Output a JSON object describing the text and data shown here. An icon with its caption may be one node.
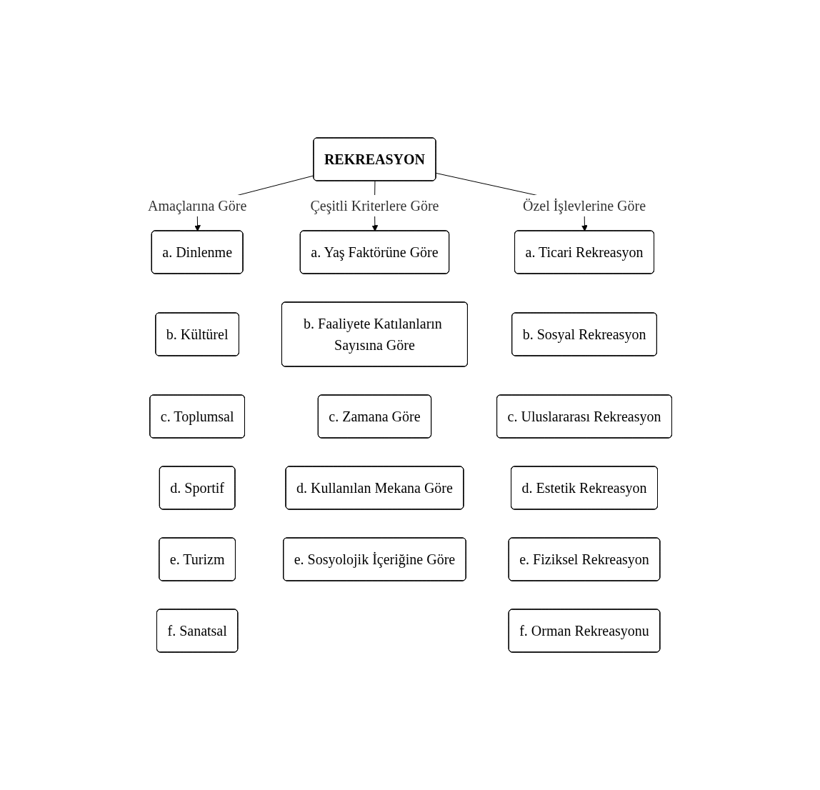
{
  "diagram": {
    "nodes": [
      {
        "text": [
          "REKREASYON"
        ]
      },
      {
        "text": [
          "a. Dinlenme"
        ]
      },
      {
        "text": [
          "b. Kültürel"
        ]
      },
      {
        "text": [
          "c. Toplumsal"
        ]
      },
      {
        "text": [
          "d. Sportif"
        ]
      },
      {
        "text": [
          "e. Turizm"
        ]
      },
      {
        "text": [
          "f. Sanatsal"
        ]
      },
      {
        "text": [
          "a. Yaş Faktörüne Göre"
        ]
      },
      {
        "text": [
          "b. Faaliyete Katılanların Sayısına Göre"
        ]
      },
      {
        "text": [
          "c. Zamana Göre"
        ]
      },
      {
        "text": [
          "d. Kullanılan Mekana Göre"
        ]
      },
      {
        "text": [
          "e. Sosyolojik İçeriğine Göre"
        ]
      },
      {
        "text": [
          "a. Ticari Rekreasyon"
        ]
      },
      {
        "text": [
          "b. Sosyal Rekreasyon"
        ]
      },
      {
        "text": [
          "c. Uluslararası Rekreasyon"
        ]
      },
      {
        "text": [
          "d. Estetik Rekreasyon"
        ]
      },
      {
        "text": [
          "e. Fiziksel Rekreasyon"
        ]
      },
      {
        "text": [
          "f. Orman Rekreasyonu"
        ]
      }
    ],
    "edges": [
      {
        "from": 0,
        "to": 1,
        "arrow": "to",
        "label": "Amaçlarına Göre"
      },
      {
        "from": 0,
        "to": 7,
        "arrow": "to",
        "label": "Çeşitli Kriterlere Göre"
      },
      {
        "from": 0,
        "to": 12,
        "arrow": "to",
        "label": "Özel İşlevlerine Göre"
      }
    ]
  }
}
